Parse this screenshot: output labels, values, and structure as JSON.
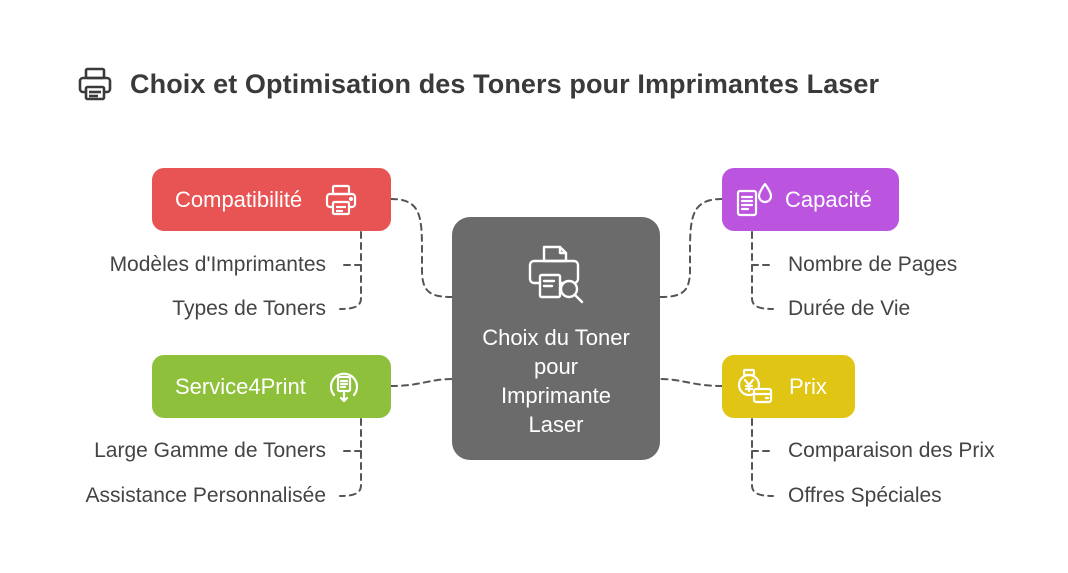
{
  "title": {
    "icon": "printer-icon",
    "text": "Choix et Optimisation des Toners pour Imprimantes Laser"
  },
  "center": {
    "icon": "printer-search-icon",
    "label": "Choix du Toner pour Imprimante Laser",
    "color": "#6b6b6b"
  },
  "branches": {
    "compatibilite": {
      "label": "Compatibilité",
      "icon": "printer-icon",
      "color": "#e85454",
      "items": [
        "Modèles d'Imprimantes",
        "Types de Toners"
      ]
    },
    "service": {
      "label": "Service4Print",
      "icon": "document-download-icon",
      "color": "#8ec03c",
      "items": [
        "Large Gamme de Toners",
        "Assistance Personnalisée"
      ]
    },
    "capacite": {
      "label": "Capacité",
      "icon": "ink-document-icon",
      "color": "#bb55e0",
      "items": [
        "Nombre de Pages",
        "Durée de Vie"
      ]
    },
    "prix": {
      "label": "Prix",
      "icon": "price-yen-wallet-icon",
      "color": "#e0c514",
      "items": [
        "Comparaison des Prix",
        "Offres Spéciales"
      ]
    }
  }
}
